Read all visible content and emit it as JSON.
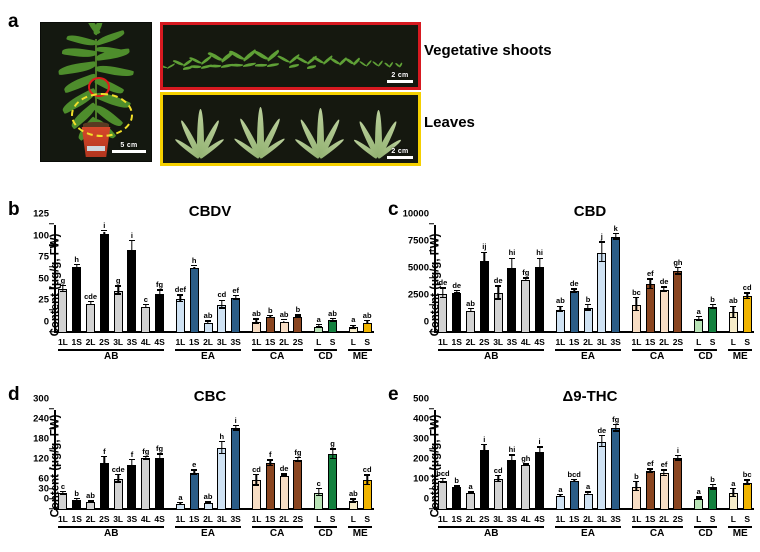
{
  "figure": {
    "panel_a_letter": "a",
    "panel_b_letter": "b",
    "panel_c_letter": "c",
    "panel_d_letter": "d",
    "panel_e_letter": "e"
  },
  "photos": {
    "plant_scale": "5 cm",
    "shoots_scale": "2 cm",
    "leaves_scale": "2 cm",
    "shoots_caption": "Vegetative shoots",
    "leaves_caption": "Leaves",
    "shoots_border_color": "#d71920",
    "leaves_border_color": "#f5d000",
    "red_circle_color": "#e01b1b",
    "yellow_circle_color": "#f2e02a"
  },
  "palette": {
    "ab_leaf": "#d2d2d2",
    "ab_shoot": "#000000",
    "ea_leaf": "#cfe2f3",
    "ea_shoot": "#2b5d87",
    "ca_leaf": "#f7ddc4",
    "ca_shoot": "#8a4520",
    "cd_leaf": "#b9e3b6",
    "cd_shoot": "#13803e",
    "me_leaf": "#f6ecc9",
    "me_shoot": "#f0b400"
  },
  "axis": {
    "ylabel": "Content (μg/g, FW)",
    "groups": [
      "AB",
      "EA",
      "CA",
      "CD",
      "ME"
    ],
    "xlabels_ab": [
      "1L",
      "1S",
      "2L",
      "2S",
      "3L",
      "3S",
      "4L",
      "4S"
    ],
    "xlabels_ea": [
      "1L",
      "1S",
      "2L",
      "3L",
      "3S"
    ],
    "xlabels_ca": [
      "1L",
      "1S",
      "2L",
      "2S"
    ],
    "xlabels_cd": [
      "L",
      "S"
    ],
    "xlabels_me": [
      "L",
      "S"
    ]
  },
  "chart_data": [
    {
      "type": "bar",
      "panel": "b",
      "title": "CBDV",
      "ylabel": "Content (μg/g, FW)",
      "xlabel": "",
      "ylim": [
        0,
        125
      ],
      "yticks": [
        0,
        25,
        50,
        75,
        100,
        125
      ],
      "grid": false,
      "legend": "none",
      "categories": [
        "1L",
        "1S",
        "2L",
        "2S",
        "3L",
        "3S",
        "4L",
        "4S",
        "1L",
        "1S",
        "2L",
        "3L",
        "3S",
        "1L",
        "1S",
        "2L",
        "2S",
        "L",
        "S",
        "L",
        "S"
      ],
      "groups": [
        "AB",
        "AB",
        "AB",
        "AB",
        "AB",
        "AB",
        "AB",
        "AB",
        "EA",
        "EA",
        "EA",
        "EA",
        "EA",
        "CA",
        "CA",
        "CA",
        "CA",
        "CD",
        "CD",
        "ME",
        "ME"
      ],
      "values": [
        50.5,
        76,
        34,
        115,
        49,
        96.5,
        30.5,
        45,
        39.5,
        75.5,
        11.5,
        32.5,
        40.5,
        13,
        18.5,
        13,
        19,
        7.5,
        14.5,
        6.5,
        12
      ],
      "errors": [
        3.5,
        2.5,
        1.5,
        2.5,
        4.5,
        9.5,
        1.5,
        4,
        3.5,
        1.5,
        1.5,
        4.5,
        2,
        2.5,
        1,
        1.5,
        1,
        1.5,
        1.5,
        1.5,
        1.5
      ],
      "letters": [
        "g",
        "h",
        "cde",
        "i",
        "g",
        "i",
        "c",
        "fg",
        "def",
        "h",
        "ab",
        "cd",
        "ef",
        "ab",
        "b",
        "ab",
        "b",
        "a",
        "ab",
        "a",
        "ab"
      ]
    },
    {
      "type": "bar",
      "panel": "c",
      "title": "CBD",
      "ylabel": "Content (μg/g, FW)",
      "xlabel": "",
      "ylim": [
        0,
        10000
      ],
      "yticks": [
        0,
        2500,
        5000,
        7500,
        10000
      ],
      "grid": false,
      "legend": "none",
      "categories": [
        "1L",
        "1S",
        "2L",
        "2S",
        "3L",
        "3S",
        "4L",
        "4S",
        "1L",
        "1S",
        "2L",
        "3L",
        "3S",
        "1L",
        "1S",
        "2L",
        "2S",
        "L",
        "S",
        "L",
        "S"
      ],
      "groups": [
        "AB",
        "AB",
        "AB",
        "AB",
        "AB",
        "AB",
        "AB",
        "AB",
        "EA",
        "EA",
        "EA",
        "EA",
        "EA",
        "CA",
        "CA",
        "CA",
        "CA",
        "CD",
        "CD",
        "ME",
        "ME"
      ],
      "values": [
        3650,
        3750,
        2050,
        6650,
        3700,
        6000,
        4900,
        6150,
        2150,
        3850,
        2300,
        7450,
        8900,
        2600,
        4500,
        4000,
        5700,
        1300,
        2400,
        1900,
        3400
      ],
      "errors": [
        450,
        100,
        150,
        750,
        600,
        850,
        120,
        700,
        250,
        150,
        250,
        900,
        250,
        600,
        420,
        200,
        300,
        150,
        180,
        500,
        250
      ],
      "letters": [
        "de",
        "de",
        "ab",
        "ij",
        "de",
        "hi",
        "fg",
        "hi",
        "ab",
        "de",
        "b",
        "j",
        "k",
        "bc",
        "ef",
        "de",
        "gh",
        "a",
        "b",
        "ab",
        "cd"
      ]
    },
    {
      "type": "bar",
      "panel": "d",
      "title": "CBC",
      "ylabel": "Content (μg/g, FW)",
      "xlabel": "",
      "ylim": [
        0,
        300
      ],
      "yticks": [
        0,
        30,
        60,
        120,
        180,
        240,
        300
      ],
      "grid": false,
      "legend": "none",
      "categories": [
        "1L",
        "1S",
        "2L",
        "2S",
        "3L",
        "3S",
        "4L",
        "4S",
        "1L",
        "1S",
        "2L",
        "3L",
        "3S",
        "1L",
        "1S",
        "2L",
        "2S",
        "L",
        "S",
        "L",
        "S"
      ],
      "groups": [
        "AB",
        "AB",
        "AB",
        "AB",
        "AB",
        "AB",
        "AB",
        "AB",
        "EA",
        "EA",
        "EA",
        "EA",
        "EA",
        "CA",
        "CA",
        "CA",
        "CA",
        "CD",
        "CD",
        "ME",
        "ME"
      ],
      "values": [
        50,
        29,
        23,
        142,
        93,
        135,
        155,
        157,
        17,
        112,
        20,
        186,
        245,
        89,
        140,
        103,
        150,
        52,
        167,
        26,
        89
      ],
      "errors": [
        4,
        3,
        2,
        17,
        11,
        14,
        4,
        9,
        3,
        6,
        2,
        18,
        7,
        16,
        8,
        3,
        5,
        11,
        14,
        5,
        14
      ],
      "letters": [
        "c",
        "b",
        "ab",
        "f",
        "cde",
        "f",
        "fg",
        "fg",
        "a",
        "e",
        "ab",
        "h",
        "i",
        "cd",
        "f",
        "de",
        "fg",
        "c",
        "g",
        "ab",
        "cd"
      ]
    },
    {
      "type": "bar",
      "panel": "e",
      "title": "Δ9-THC",
      "ylabel": "Content (μg/g, FW)",
      "xlabel": "",
      "ylim": [
        0,
        500
      ],
      "yticks": [
        0,
        100,
        200,
        300,
        400,
        500
      ],
      "grid": false,
      "legend": "none",
      "categories": [
        "1L",
        "1S",
        "2L",
        "2S",
        "3L",
        "3S",
        "4L",
        "4S",
        "1L",
        "1S",
        "2L",
        "3L",
        "3S",
        "1L",
        "1S",
        "2L",
        "2S",
        "L",
        "S",
        "L",
        "S"
      ],
      "groups": [
        "AB",
        "AB",
        "AB",
        "AB",
        "AB",
        "AB",
        "AB",
        "AB",
        "EA",
        "EA",
        "EA",
        "EA",
        "EA",
        "CA",
        "CA",
        "CA",
        "CA",
        "CD",
        "CD",
        "ME",
        "ME"
      ],
      "values": [
        144,
        116,
        83,
        301,
        154,
        250,
        223,
        292,
        68,
        144,
        80,
        342,
        408,
        117,
        194,
        183,
        258,
        57,
        113,
        84,
        135
      ],
      "errors": [
        9,
        4,
        4,
        24,
        14,
        22,
        4,
        19,
        5,
        6,
        7,
        28,
        17,
        23,
        8,
        14,
        12,
        5,
        11,
        20,
        12
      ],
      "letters": [
        "bcd",
        "b",
        "a",
        "i",
        "cd",
        "hi",
        "gh",
        "i",
        "a",
        "bcd",
        "a",
        "de",
        "fg",
        "b",
        "ef",
        "ef",
        "i",
        "a",
        "b",
        "a",
        "bc"
      ]
    }
  ]
}
